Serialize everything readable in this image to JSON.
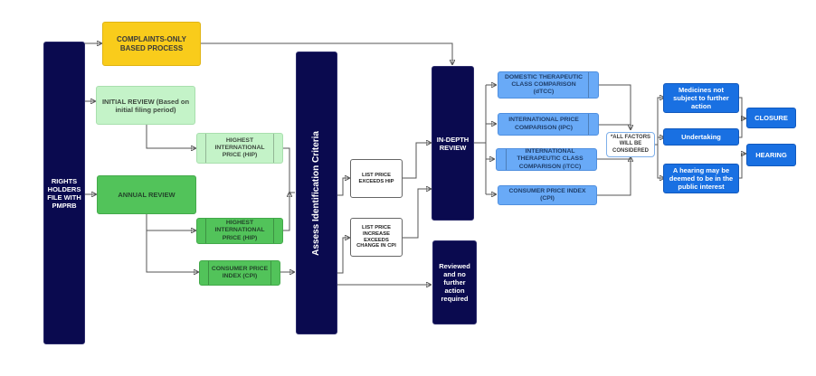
{
  "diagram": {
    "start": "RIGHTS HOLDERS FILE WITH PMPRB",
    "complaints": "COMPLAINTS-ONLY BASED PROCESS",
    "initial_review": "INITIAL REVIEW (Based on initial filing period)",
    "initial_hip": "HIGHEST INTERNATIONAL PRICE (HIP)",
    "annual_review": "ANNUAL REVIEW",
    "annual_hip": "HIGHEST INTERNATIONAL PRICE (HIP)",
    "annual_cpi": "CONSUMER PRICE INDEX (CPI)",
    "assess": "Assess Identification Criteria",
    "list_price_hip": "LIST PRICE EXCEEDS HIP",
    "list_price_cpi": "LIST PRICE INCREASE EXCEEDS CHANGE IN CPI",
    "in_depth": "IN-DEPTH REVIEW",
    "reviewed": "Reviewed and no further action required",
    "dtcc": "DOMESTIC THERAPEUTIC CLASS COMPARISON (dTCC)",
    "ipc": "INTERNATIONAL PRICE COMPARISON (IPC)",
    "itcc": "INTERNATIONAL THERAPEUTIC CLASS COMPARISON (iTCC)",
    "cpi": "CONSUMER PRICE INDEX (CPI)",
    "all_factors": "*ALL FACTORS WILL BE CONSIDERED",
    "medicines_not_subject": "Medicines not subject to further action",
    "undertaking": "Undertaking",
    "hearing_public": "A hearing may be deemed to be in the public interest",
    "closure": "CLOSURE",
    "hearing": "HEARING"
  },
  "colors": {
    "navy": "#0a0a4f",
    "yellow": "#f9cc1b",
    "light_green": "#c4f3c8",
    "green": "#52c35a",
    "light_blue": "#69aaf7",
    "blue": "#1970e2"
  }
}
